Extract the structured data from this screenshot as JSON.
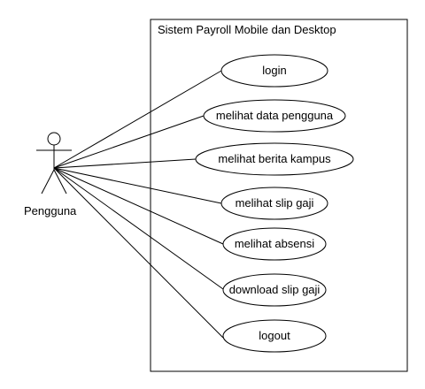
{
  "system": {
    "title": "Sistem Payroll Mobile dan Desktop"
  },
  "actor": {
    "name": "Pengguna"
  },
  "use_cases": [
    {
      "label": "login"
    },
    {
      "label": "melihat data pengguna"
    },
    {
      "label": "melihat berita kampus"
    },
    {
      "label": "melihat slip gaji"
    },
    {
      "label": "melihat absensi"
    },
    {
      "label": "download slip gaji"
    },
    {
      "label": "logout"
    }
  ]
}
